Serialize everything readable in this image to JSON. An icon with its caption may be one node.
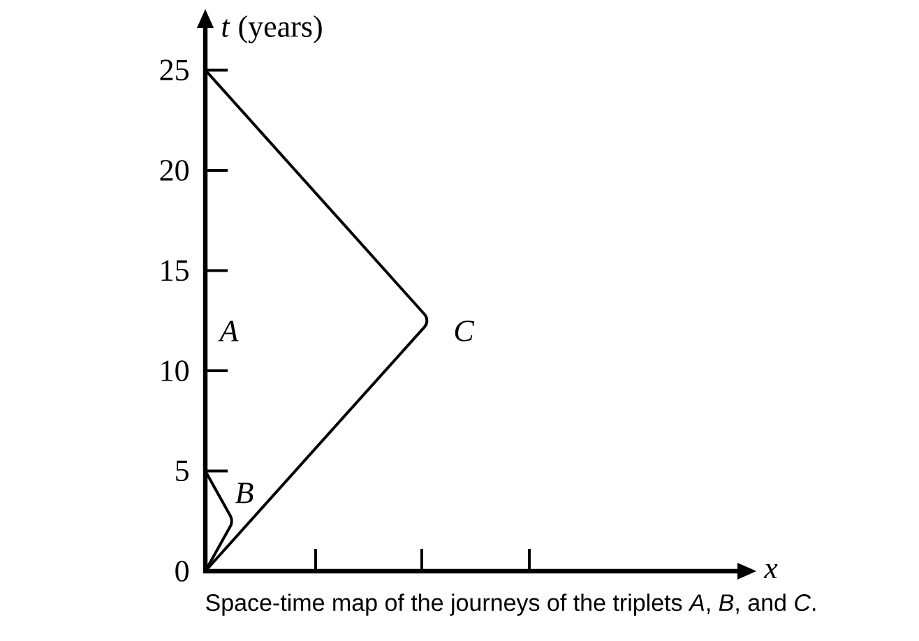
{
  "diagram": {
    "caption": "Space-time map of the journeys of the triplets *A*, *B*, and *C*.",
    "labels": [
      "*t* (years)",
      "25",
      "20",
      "15",
      "10",
      "5",
      "0",
      "A",
      "C",
      "B",
      "x"
    ]
  }
}
